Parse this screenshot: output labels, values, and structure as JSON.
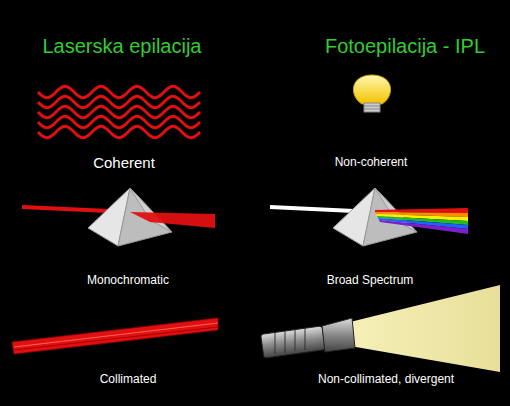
{
  "diagram": {
    "labels": [
      "Laserska epilacija",
      "Fotoepilacija - IPL",
      "Coherent",
      "Non-coherent",
      "Monochromatic",
      "Broad Spectrum",
      "Collimated",
      "Non-collimated, divergent"
    ]
  }
}
